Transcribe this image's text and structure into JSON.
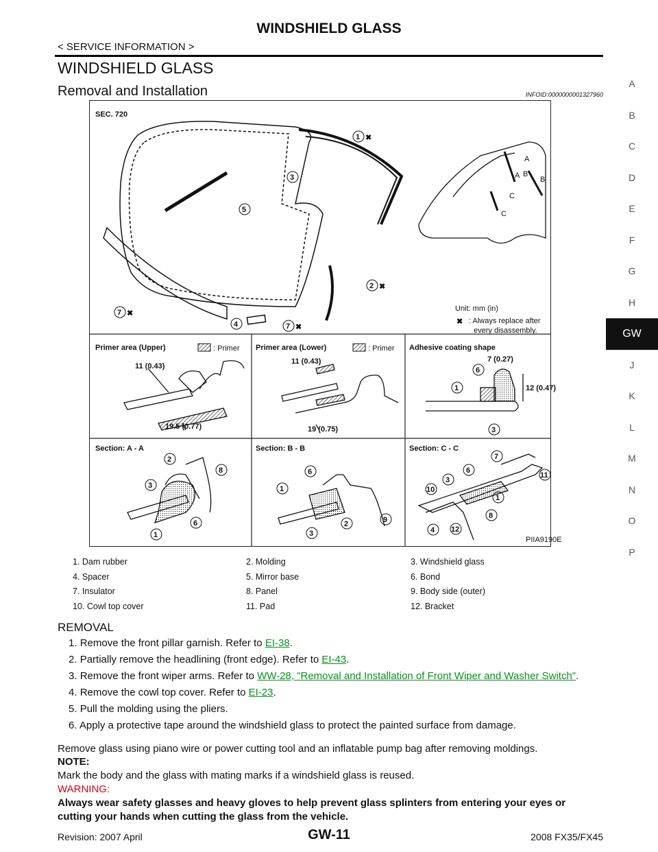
{
  "header": {
    "title": "WINDSHIELD GLASS",
    "subtitle": "< SERVICE INFORMATION >"
  },
  "section": {
    "title": "WINDSHIELD GLASS",
    "subtitle": "Removal and Installation",
    "infoid": "INFOID:0000000001327960"
  },
  "side_tabs": {
    "items": [
      "A",
      "B",
      "C",
      "D",
      "E",
      "F",
      "G",
      "H",
      "GW",
      "J",
      "K",
      "L",
      "M",
      "N",
      "O",
      "P"
    ],
    "active": "GW"
  },
  "figure": {
    "sec_label": "SEC. 720",
    "unit_label": "Unit: mm (in)",
    "replace_note_line1": ": Always replace after",
    "replace_note_line2": "every disassembly.",
    "panel_titles": {
      "primer_upper": "Primer area (Upper)",
      "primer_lower": "Primer area (Lower)",
      "adhesive": "Adhesive coating shape",
      "section_aa": "Section: A - A",
      "section_bb": "Section: B - B",
      "section_cc": "Section: C - C"
    },
    "primer_label": ": Primer",
    "dims": {
      "upper_a": "11 (0.43)",
      "upper_b": "19.5 (0.77)",
      "lower_a": "11 (0.43)",
      "lower_b": "19 (0.75)",
      "adh_a": "7 (0.27)",
      "adh_b": "12 (0.47)"
    },
    "section_letters": [
      "A",
      "A",
      "B",
      "B",
      "C",
      "C"
    ],
    "figure_code": "PIIA9190E"
  },
  "legend": [
    [
      "1. Dam rubber",
      "2. Molding",
      "3. Windshield glass"
    ],
    [
      "4. Spacer",
      "5. Mirror base",
      "6. Bond"
    ],
    [
      "7. Insulator",
      "8. Panel",
      "9. Body side (outer)"
    ],
    [
      "10. Cowl top cover",
      "11. Pad",
      "12. Bracket"
    ]
  ],
  "removal": {
    "heading": "REMOVAL",
    "steps": [
      {
        "num": "1.",
        "text": "Remove the front pillar garnish. Refer to ",
        "link": "EI-38",
        "after": "."
      },
      {
        "num": "2.",
        "text": "Partially remove the headlining (front edge). Refer to ",
        "link": "EI-43",
        "after": "."
      },
      {
        "num": "3.",
        "text": "Remove the front wiper arms. Refer to ",
        "link": "WW-28, \"Removal and Installation of Front Wiper and Washer Switch\"",
        "after": "."
      },
      {
        "num": "4.",
        "text": "Remove the cowl top cover. Refer to ",
        "link": "EI-23",
        "after": "."
      },
      {
        "num": "5.",
        "text": "Pull the molding using the pliers.",
        "link": "",
        "after": ""
      },
      {
        "num": "6.",
        "text": "Apply a protective tape around the windshield glass to protect the painted surface from damage.",
        "link": "",
        "after": ""
      }
    ],
    "para1": "Remove glass using piano wire or power cutting tool and an inflatable pump bag after removing moldings.",
    "note_label": "NOTE:",
    "note_text": "Mark the body and the glass with mating marks if a windshield glass is reused.",
    "warning_label": "WARNING:",
    "warning_text": "Always wear safety glasses and heavy gloves to help prevent glass splinters from entering your eyes or cutting your hands when cutting the glass from the vehicle."
  },
  "footer": {
    "left": "Revision: 2007 April",
    "center": "GW-11",
    "right": "2008 FX35/FX45"
  }
}
